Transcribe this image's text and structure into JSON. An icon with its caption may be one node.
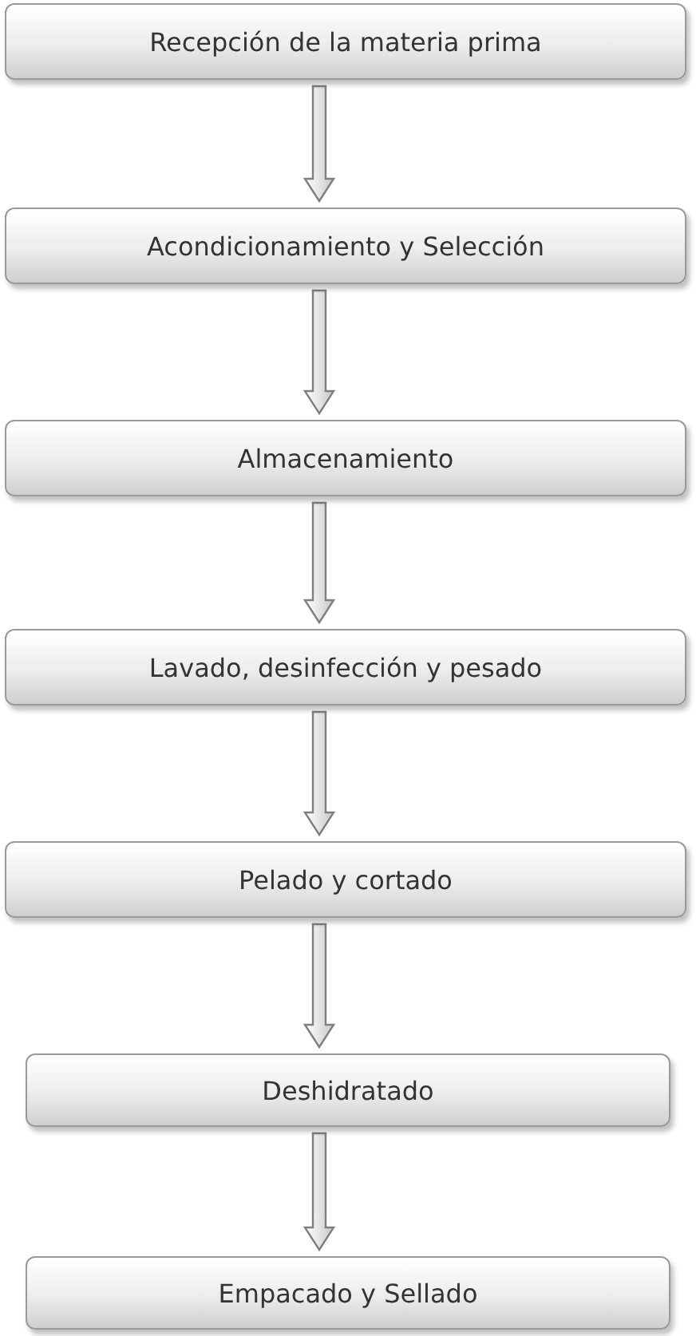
{
  "diagram": {
    "nodes": [
      {
        "text": [
          "Recepción de la materia prima"
        ]
      },
      {
        "text": [
          "Acondicionamiento y Selección"
        ]
      },
      {
        "text": [
          "Almacenamiento"
        ]
      },
      {
        "text": [
          "Lavado, desinfección y pesado"
        ]
      },
      {
        "text": [
          "Pelado y cortado"
        ]
      },
      {
        "text": [
          "Deshidratado"
        ]
      },
      {
        "text": [
          "Empacado y Sellado"
        ]
      }
    ],
    "edges": [
      {
        "from": 0,
        "to": 1,
        "arrow": "to"
      },
      {
        "from": 1,
        "to": 2,
        "arrow": "to"
      },
      {
        "from": 2,
        "to": 3,
        "arrow": "to"
      },
      {
        "from": 3,
        "to": 4,
        "arrow": "to"
      },
      {
        "from": 4,
        "to": 5,
        "arrow": "to"
      },
      {
        "from": 5,
        "to": 6,
        "arrow": "to"
      }
    ]
  }
}
